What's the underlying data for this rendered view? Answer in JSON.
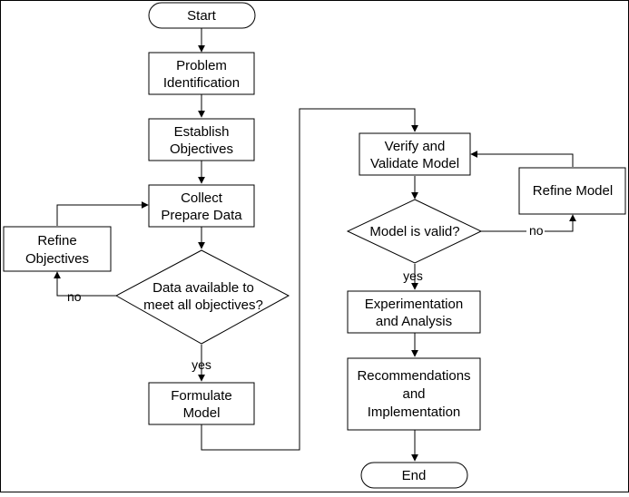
{
  "diagram": {
    "nodes": {
      "start": {
        "lines": [
          "Start"
        ]
      },
      "problem": {
        "lines": [
          "Problem",
          "Identification"
        ]
      },
      "establish": {
        "lines": [
          "Establish",
          "Objectives"
        ]
      },
      "collect": {
        "lines": [
          "Collect",
          "Prepare Data"
        ]
      },
      "refine_obj": {
        "lines": [
          "Refine",
          "Objectives"
        ]
      },
      "data_available": {
        "lines": [
          "Data available to",
          "meet all objectives?"
        ]
      },
      "formulate": {
        "lines": [
          "Formulate",
          "Model"
        ]
      },
      "verify": {
        "lines": [
          "Verify and",
          "Validate Model"
        ]
      },
      "refine_model": {
        "lines": [
          "Refine Model"
        ]
      },
      "model_valid": {
        "lines": [
          "Model is valid?"
        ]
      },
      "experimentation": {
        "lines": [
          "Experimentation",
          "and Analysis"
        ]
      },
      "recommendations": {
        "lines": [
          "Recommendations",
          "and",
          "Implementation"
        ]
      },
      "end": {
        "lines": [
          "End"
        ]
      }
    },
    "edge_labels": {
      "data_no": "no",
      "data_yes": "yes",
      "model_no": "no",
      "model_yes": "yes"
    }
  }
}
